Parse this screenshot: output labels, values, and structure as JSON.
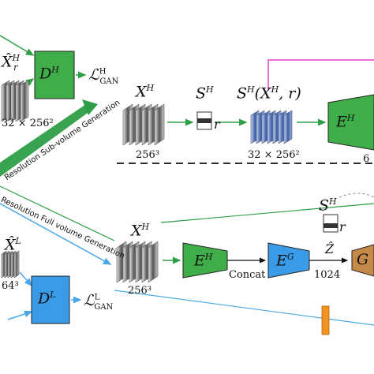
{
  "colors": {
    "discriminator_high": "#3fae4a",
    "discriminator_low": "#3a9be8",
    "encoder_high": "#3fae4a",
    "encoder_global": "#3a9be8",
    "generator": "#c58a4a",
    "noise_bar": "#f4921f",
    "magenta_link": "#e040c8",
    "green_arrow": "#2e9e47",
    "blue_arrow": "#4aa8e8",
    "dashed_divider": "#111111"
  },
  "top": {
    "x_hat_label": "X̂",
    "x_hat_sup": "H",
    "x_hat_sub": "r",
    "dh_label": "D",
    "dh_sup": "H",
    "loss_label": "ℒ",
    "loss_sup": "H",
    "loss_sub": "GAN",
    "volume_dims_left": "32 × 256²",
    "diag_text": "Resolution Sub-volume Generation",
    "xh_label": "X",
    "xh_sup": "H",
    "xh_dims": "256³",
    "sh_label": "S",
    "sh_sup": "H",
    "r_label": "r",
    "sub_label": "S",
    "sub_sup": "H",
    "sub_args": "(X",
    "sub_args_sup": "H",
    "sub_args_end": ", r)",
    "sub_dims": "32 × 256²",
    "eh_label": "E",
    "eh_sup": "H",
    "cut_label": "6"
  },
  "bottom": {
    "diag_text": "Resolution Full volume Generation",
    "x_hat_label": "X̂",
    "x_hat_sup": "L",
    "dims_left": "64³",
    "dl_label": "D",
    "dl_sup": "L",
    "loss_label": "ℒ",
    "loss_sup": "L",
    "loss_sub": "GAN",
    "xh_label": "X",
    "xh_sup": "H",
    "xh_dims": "256³",
    "eh_label": "E",
    "eh_sup": "H",
    "concat_label": "Concat",
    "eg_label": "E",
    "eg_sup": "G",
    "z_label": "Ẑ",
    "z_dims": "1024",
    "g_label": "G",
    "sh_label": "S",
    "sh_sup": "H",
    "r_label": "r"
  }
}
